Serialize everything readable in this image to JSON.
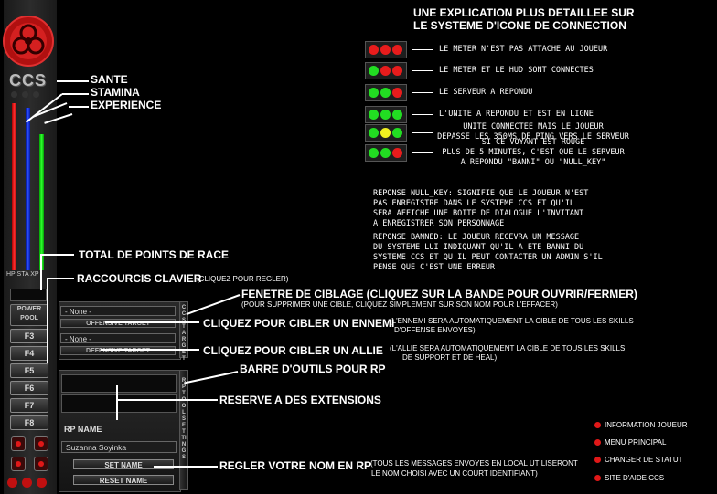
{
  "hud": {
    "logo_text": "CCS",
    "bar_labels": "HP STA XP",
    "power_pool": [
      "POWER",
      "POOL"
    ],
    "fkeys": [
      "F3",
      "F4",
      "F5",
      "F6",
      "F7",
      "F8"
    ],
    "offensive_select": "- None -",
    "offensive_label": "OFFENSIVE TARGET",
    "defensive_select": "- None -",
    "defensive_label": "DEFENSIVE TARGET",
    "vtab_target": "CCS TARGET",
    "vtab_rp": "RP TOOL SETTINGS",
    "rp_name_label": "RP NAME",
    "rp_name_value": "Suzanna Soyinka",
    "set_name": "SET NAME",
    "reset_name": "RESET NAME",
    "colors": {
      "hp": "#ff2020",
      "stamina": "#2040ff",
      "xp": "#20e020",
      "accent": "#cc1a1a"
    }
  },
  "callouts": {
    "sante": "SANTE",
    "stamina": "STAMINA",
    "experience": "EXPERIENCE",
    "race_points": "TOTAL DE POINTS DE RACE",
    "raccourcis": "RACCOURCIS CLAVIER",
    "raccourcis_note": "(CLIQUEZ POUR REGLER)",
    "fenetre": "FENETRE DE CIBLAGE (CLIQUEZ SUR LA BANDE POUR OUVRIR/FERMER)",
    "fenetre_note": "(POUR SUPPRIMER UNE CIBLE, CLIQUEZ SIMPLEMENT SUR SON NOM POUR L'EFFACER)",
    "ennemi": "CLIQUEZ POUR CIBLER UN ENNEMI",
    "ennemi_note_1": "(L'ENNEMI SERA AUTOMATIQUEMENT LA CIBLE DE TOUS LES SKILLS",
    "ennemi_note_2": "D'OFFENSE ENVOYES)",
    "allie": "CLIQUEZ POUR CIBLER UN ALLIE",
    "allie_note_1": "(L'ALLIE SERA AUTOMATIQUEMENT LA CIBLE DE TOUS LES SKILLS",
    "allie_note_2": "DE SUPPORT ET DE HEAL)",
    "barre_rp": "BARRE D'OUTILS POUR RP",
    "reserve": "RESERVE A DES EXTENSIONS",
    "regler_nom": "REGLER VOTRE NOM EN RP",
    "regler_note_1": "(TOUS LES MESSAGES ENVOYES EN LOCAL UTILISERONT",
    "regler_note_2": "LE NOM CHOISI AVEC UN COURT IDENTIFIANT)"
  },
  "explanation": {
    "title_1": "UNE EXPLICATION PLUS DETAILLEE SUR",
    "title_2": "LE SYSTEME D'ICONE DE CONNECTION",
    "rows": [
      {
        "dots": [
          "red",
          "red",
          "red"
        ],
        "lines": [
          "LE METER N'EST PAS ATTACHE AU JOUEUR"
        ]
      },
      {
        "dots": [
          "green",
          "red",
          "red"
        ],
        "lines": [
          "LE METER ET LE HUD SONT CONNECTES"
        ]
      },
      {
        "dots": [
          "green",
          "green",
          "red"
        ],
        "lines": [
          "LE SERVEUR A REPONDU"
        ]
      },
      {
        "dots": [
          "green",
          "green",
          "green"
        ],
        "lines": [
          "L'UNITE A REPONDU ET EST EN LIGNE"
        ]
      },
      {
        "dots": [
          "green",
          "yellow",
          "green"
        ],
        "lines": [
          "UNITE CONNECTEE MAIS LE JOUEUR",
          "DEPASSE LES 350MS DE PING VERS LE SERVEUR"
        ]
      },
      {
        "dots": [
          "green",
          "green",
          "red"
        ],
        "lines": [
          "SI CE VOYANT EST ROUGE",
          "PLUS DE 5 MINUTES, C'EST QUE LE SERVEUR",
          "A REPONDU \"BANNI\" OU \"NULL_KEY\""
        ]
      }
    ],
    "null_key": [
      "REPONSE NULL_KEY: SIGNIFIE QUE LE JOUEUR N'EST",
      "PAS ENREGISTRE DANS LE SYSTEME CCS ET QU'IL",
      "SERA AFFICHE UNE BOITE DE DIALOGUE L'INVITANT",
      "A ENREGISTRER SON PERSONNAGE"
    ],
    "banned": [
      "REPONSE BANNED: LE JOUEUR RECEVRA UN MESSAGE",
      "DU SYSTEME LUI INDIQUANT QU'IL A ETE BANNI DU",
      "SYSTEME CCS ET QU'IL PEUT CONTACTER UN ADMIN S'IL",
      "PENSE QUE C'EST UNE ERREUR"
    ]
  },
  "menu_legend": [
    "INFORMATION JOUEUR",
    "MENU PRINCIPAL",
    "CHANGER DE STATUT",
    "SITE D'AIDE CCS"
  ],
  "dot_colors": {
    "red": "#e81c1c",
    "green": "#22dd22",
    "yellow": "#f0f020"
  }
}
